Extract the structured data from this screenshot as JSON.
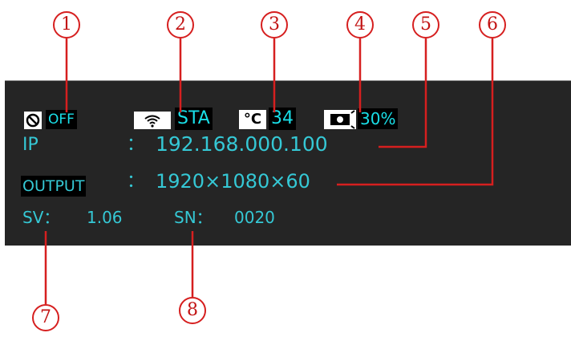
{
  "callouts": [
    "1",
    "2",
    "3",
    "4",
    "5",
    "6",
    "7",
    "8"
  ],
  "status": {
    "fan_icon": "fan-icon",
    "fan_state": "OFF",
    "wifi_icon": "wifi-icon",
    "wifi_mode": "STA",
    "temp_icon": "temperature-icon",
    "temp_unit": "°C",
    "temp_value": "34",
    "brightness_icon": "brightness-icon",
    "brightness_value": "30%"
  },
  "ip": {
    "label": "IP",
    "separator": "：",
    "value": "192.168.000.100"
  },
  "output": {
    "label": "OUTPUT",
    "separator": "：",
    "value": "1920×1080×60"
  },
  "sv": {
    "label": "SV：",
    "value": "1.06"
  },
  "sn": {
    "label": "SN：",
    "value": "0020"
  },
  "colors": {
    "panel": "#252525",
    "text": "#35c8d5",
    "callout": "#d61f1f"
  }
}
